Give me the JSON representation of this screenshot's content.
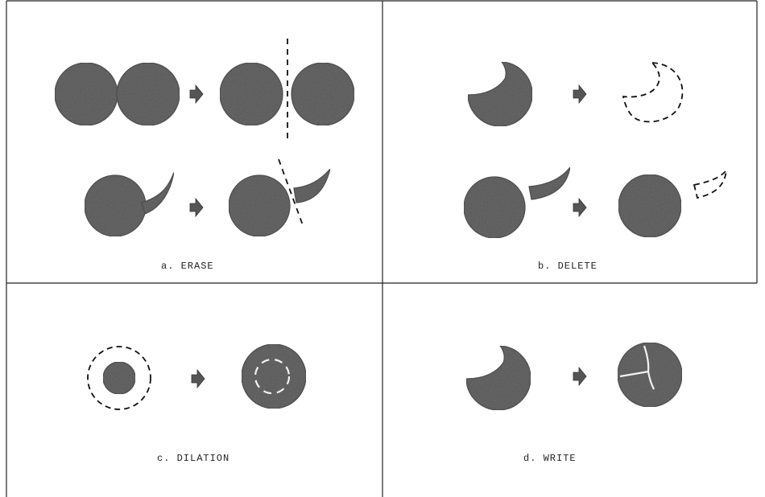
{
  "panels": {
    "erase": {
      "caption": "a. ERASE"
    },
    "delete": {
      "caption": "b. DELETE"
    },
    "dilation": {
      "caption": "c. DILATION"
    },
    "write": {
      "caption": "d. WRITE"
    }
  },
  "colors": {
    "shape_fill": "#555555",
    "border": "#222222",
    "background": "#ffffff"
  }
}
